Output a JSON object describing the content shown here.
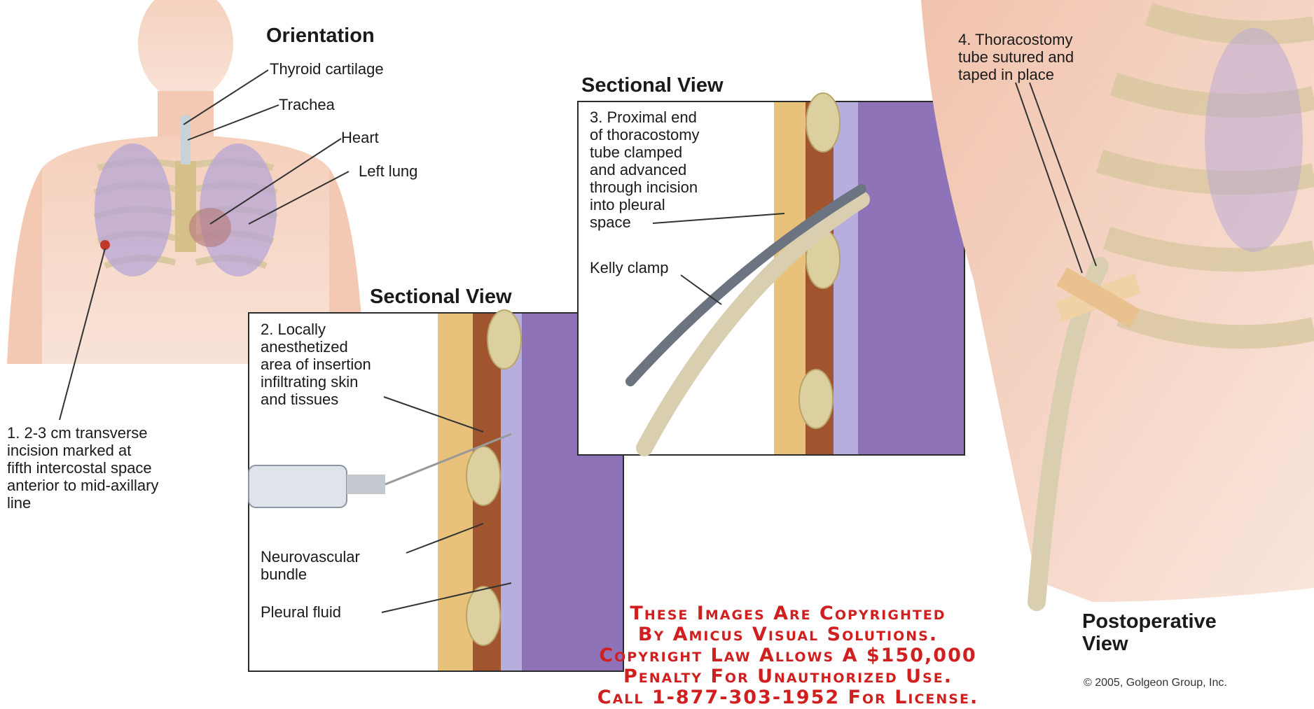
{
  "orientation": {
    "heading": "Orientation",
    "labels": [
      "Thyroid cartilage",
      "Trachea",
      "Heart",
      "Left lung"
    ]
  },
  "step1": "1. 2-3 cm transverse\nincision marked at\nfifth intercostal space\nanterior to mid-axillary\nline",
  "sectional_view_1": {
    "heading": "Sectional View",
    "step2": "2. Locally\nanesthetized\narea of insertion\ninfiltrating skin\nand tissues",
    "neurovascular": "Neurovascular\nbundle",
    "pleural_fluid": "Pleural fluid"
  },
  "sectional_view_2": {
    "heading": "Sectional View",
    "step3": "3. Proximal end\nof thoracostomy\ntube clamped\nand advanced\nthrough incision\ninto pleural\nspace",
    "kelly_clamp": "Kelly clamp"
  },
  "postoperative": {
    "step4": "4. Thoracostomy\ntube sutured and\ntaped in place",
    "heading": "Postoperative\nView"
  },
  "watermark": [
    "These Images Are Copyrighted",
    "By Amicus Visual Solutions.",
    "Copyright Law Allows A $150,000",
    "Penalty For Unauthorized Use.",
    "Call 1-877-303-1952 For License."
  ],
  "copyright": "© 2005, Golgeon Group, Inc.",
  "colors": {
    "skin": "#f3c9b4",
    "lung": "#b7a6d6",
    "pleura": "#8f73b8",
    "watermark": "#d11f1f",
    "tube": "#d9ceb0"
  }
}
